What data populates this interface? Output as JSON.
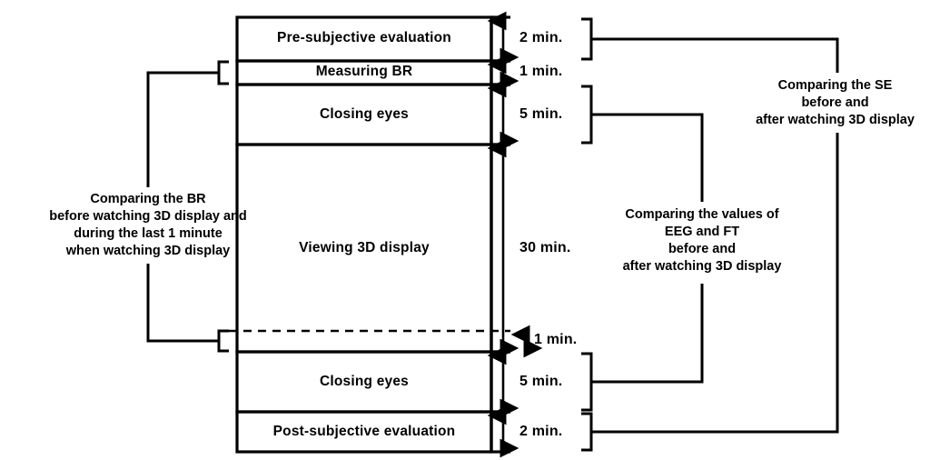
{
  "diagram": {
    "title": "Experimental protocol timeline for 3D display viewing study",
    "colors": {
      "stroke": "#000000",
      "background": "#ffffff",
      "text": "#000000"
    },
    "phases": [
      {
        "id": "pre-subjective-evaluation",
        "label": "Pre-subjective evaluation",
        "duration": "2 min.",
        "minutes": 2
      },
      {
        "id": "measuring-br",
        "label": "Measuring BR",
        "duration": "1 min.",
        "minutes": 1
      },
      {
        "id": "closing-eyes-pre",
        "label": "Closing eyes",
        "duration": "5 min.",
        "minutes": 5
      },
      {
        "id": "viewing-3d-display",
        "label": "Viewing 3D display",
        "duration": "30 min.",
        "minutes": 30
      },
      {
        "id": "last-minute-marker",
        "label": "",
        "duration": "1 min.",
        "minutes": 1
      },
      {
        "id": "closing-eyes-post",
        "label": "Closing eyes",
        "duration": "5 min.",
        "minutes": 5
      },
      {
        "id": "post-subjective-evaluation",
        "label": "Post-subjective evaluation",
        "duration": "2 min.",
        "minutes": 2
      }
    ],
    "annotations": {
      "left": {
        "id": "comparing-br-note",
        "lines": [
          "Comparing the BR",
          "before watching 3D display and",
          "during the last 1 minute",
          "when watching 3D display"
        ]
      },
      "middle_right": {
        "id": "comparing-eeg-ft-note",
        "lines": [
          "Comparing the values of",
          "EEG and FT",
          "before and",
          "after watching 3D display"
        ]
      },
      "far_right": {
        "id": "comparing-se-note",
        "lines": [
          "Comparing the SE",
          "before and",
          "after watching 3D display"
        ]
      }
    }
  }
}
